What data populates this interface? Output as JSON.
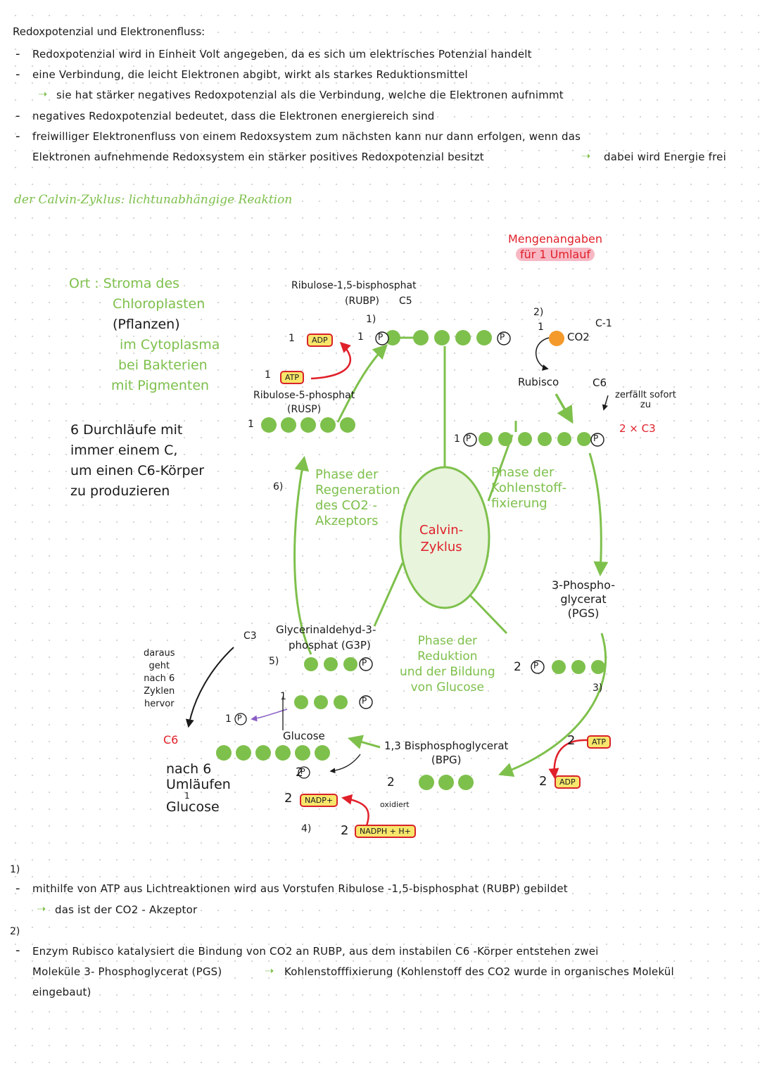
{
  "notes": {
    "heading": "Redoxpotenzial und Elektronenfluss:",
    "lines": [
      "Redoxpotenzial wird in Einheit Volt angegeben, da es sich um elektrisches Potenzial handelt",
      "eine Verbindung, die leicht Elektronen abgibt, wirkt als starkes Reduktionsmittel",
      "sie hat stärker negatives Redoxpotenzial als die Verbindung, welche die Elektronen aufnimmt",
      "negatives Redoxpotenzial bedeutet, dass die Elektronen energiereich sind",
      "freiwilliger Elektronenfluss von einem Redoxsystem zum nächsten kann nur dann erfolgen, wenn das",
      "Elektronen aufnehmende Redoxsystem ein stärker positives Redoxpotenzial besitzt",
      "dabei wird Energie frei"
    ],
    "calvin_heading": "der Calvin-Zyklus: lichtunabhängige Reaktion"
  },
  "diagram": {
    "quantity_note": [
      "Mengenangaben",
      "für 1 Umlauf"
    ],
    "ort": [
      "Ort : Stroma des",
      "Chloroplasten",
      "(Pflanzen)",
      "im Cytoplasma",
      "bei Bakterien",
      "mit Pigmenten"
    ],
    "durchlaeufe": [
      "6 Durchläufe mit",
      "immer einem C,",
      "um einen C6-Körper",
      "zu produzieren"
    ],
    "rubp": [
      "Ribulose-1,5-bisphosphat",
      "(RUBP)",
      "C5"
    ],
    "rusp": [
      "Ribulose-5-phosphat",
      "(RUSP)"
    ],
    "adp": "ADP",
    "atp": "ATP",
    "co2": "CO2",
    "c1": "C-1",
    "rubisco": "Rubisco",
    "c6_top": "C6",
    "zerfaellt": [
      "zerfällt sofort",
      "zu"
    ],
    "two_c3": "2 × C3",
    "phase_regen": [
      "Phase der",
      "Regeneration",
      "des CO2 -",
      "Akzeptors"
    ],
    "phase_fix": [
      "Phase der",
      "Kohlenstoff-",
      "fixierung"
    ],
    "calvin": [
      "Calvin-",
      "Zyklus"
    ],
    "pgs": [
      "3-Phospho-",
      "glycerat",
      "(PGS)"
    ],
    "g3p": [
      "Glycerinaldehyd-3-",
      "phosphat (G3P)"
    ],
    "c3": "C3",
    "phase_red": [
      "Phase der",
      "Reduktion",
      "und der Bildung",
      "von Glucose"
    ],
    "daraus": [
      "daraus",
      "geht",
      "nach 6",
      "Zyklen",
      "hervor"
    ],
    "c6_bottom": "C6",
    "glucose": "Glucose",
    "nach6": [
      "nach 6",
      "Umläufen",
      "Glucose"
    ],
    "bpg": [
      "1,3 Bisphosphoglycerat",
      "(BPG)"
    ],
    "nadp": "NADP+",
    "nadph": "NADPH + H+",
    "oxidiert": "oxidiert",
    "steps": [
      "1)",
      "2)",
      "3)",
      "4)",
      "5)",
      "6)"
    ],
    "counts": {
      "one": "1",
      "two": "2"
    },
    "p": "P"
  },
  "footnotes": {
    "n1": "1)",
    "n1_lines": [
      "mithilfe von ATP aus Lichtreaktionen wird aus Vorstufen Ribulose -1,5-bisphosphat (RUBP) gebildet",
      "das ist der CO2 - Akzeptor"
    ],
    "n2": "2)",
    "n2_lines": [
      "Enzym Rubisco katalysiert die Bindung von CO2 an RUBP, aus dem instabilen C6 -Körper entstehen zwei",
      "Moleküle 3- Phosphoglycerat (PGS)",
      "Kohlenstofffixierung (Kohlenstoff des CO2 wurde in organisches Molekül",
      "eingebaut)"
    ]
  },
  "colors": {
    "green": "#7ec04c",
    "circle_fill": "#e8f4dc",
    "red": "#e0202a",
    "badge": "#f7e66b",
    "orange": "#f39a2b",
    "pink": "#f7b8c4"
  }
}
